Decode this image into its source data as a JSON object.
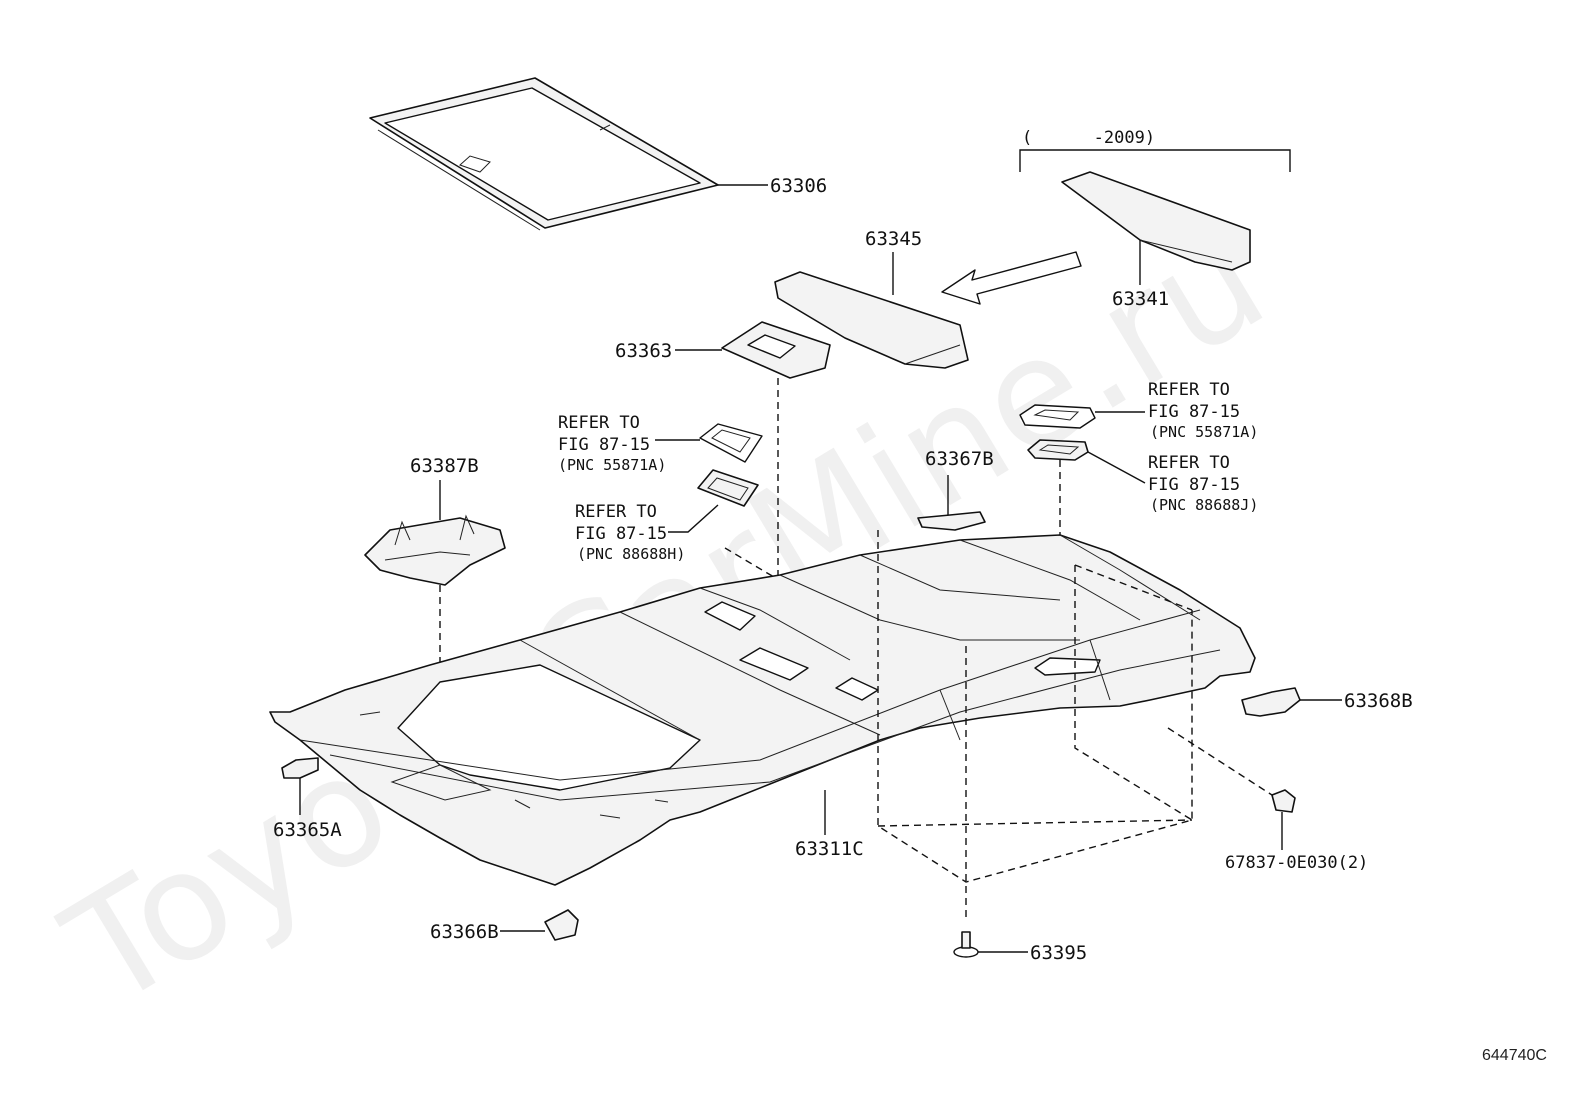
{
  "watermark": "Toyota.CarMine.ru",
  "figure_id": "644740C",
  "date_note": "(      -2009)",
  "labels": {
    "p63306": "63306",
    "p63345": "63345",
    "p63341": "63341",
    "p63363": "63363",
    "p63387B": "63387B",
    "p63367B": "63367B",
    "p63368B": "63368B",
    "p63365A": "63365A",
    "p63311C": "63311C",
    "p63366B": "63366B",
    "p63395": "63395",
    "p67837": "67837-0E030(2)"
  },
  "refs": {
    "left_upper": {
      "line1": "REFER TO",
      "line2": "FIG 87-15",
      "line3": "(PNC 55871A)"
    },
    "left_lower": {
      "line1": "REFER TO",
      "line2": "FIG 87-15",
      "line3": "(PNC 88688H)"
    },
    "right_upper": {
      "line1": "REFER TO",
      "line2": "FIG 87-15",
      "line3": "(PNC 55871A)"
    },
    "right_lower": {
      "line1": "REFER TO",
      "line2": "FIG 87-15",
      "line3": "(PNC 88688J)"
    }
  }
}
